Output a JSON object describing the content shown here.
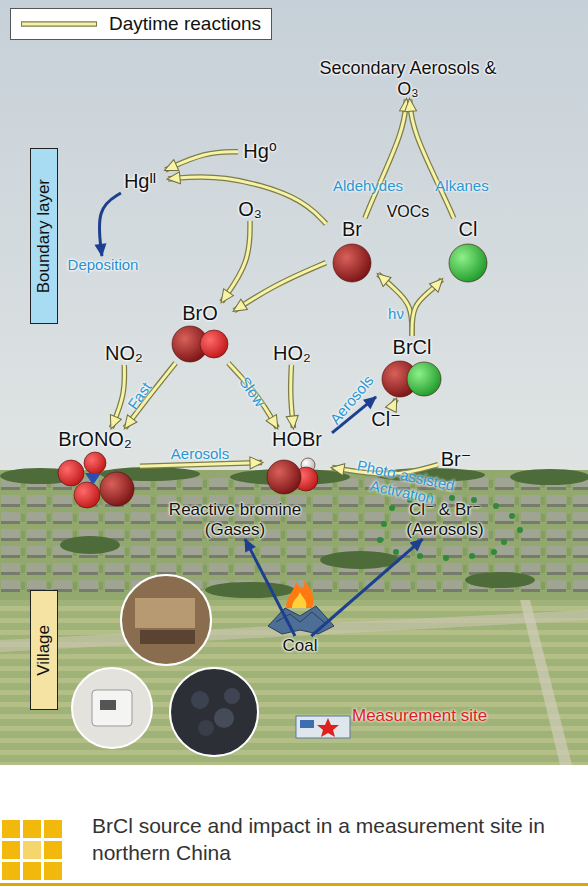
{
  "diagram": {
    "caption": "BrCl source and impact in a measurement site in northern China",
    "nodes": [
      {
        "text": [
          "Secondary Aerosols & O₃"
        ]
      },
      {
        "text": [
          "Hg⁰"
        ]
      },
      {
        "text": [
          "Hgᴵᴵ"
        ]
      },
      {
        "text": [
          "Boundary layer"
        ]
      },
      {
        "text": [
          "O₃"
        ]
      },
      {
        "text": [
          "Br"
        ]
      },
      {
        "text": [
          "Cl"
        ]
      },
      {
        "text": [
          "Deposition"
        ]
      },
      {
        "text": [
          "BrO"
        ]
      },
      {
        "text": [
          "NO₂"
        ]
      },
      {
        "text": [
          "HO₂"
        ]
      },
      {
        "text": [
          "BrCl"
        ]
      },
      {
        "text": [
          "BrONO₂"
        ]
      },
      {
        "text": [
          "HOBr"
        ]
      },
      {
        "text": [
          "Cl⁻"
        ]
      },
      {
        "text": [
          "Br⁻"
        ]
      },
      {
        "text": [
          "Reactive bromine (Gases)"
        ]
      },
      {
        "text": [
          "Cl⁻ & Br⁻ (Aerosols)"
        ]
      },
      {
        "text": [
          "Village"
        ]
      },
      {
        "text": [
          "Coal"
        ]
      }
    ],
    "edges": [
      {
        "from": 5,
        "to": 0,
        "label": "Aldehydes",
        "arrow": "to"
      },
      {
        "from": 6,
        "to": 0,
        "label": "Alkanes",
        "arrow": "to"
      },
      {
        "from": 1,
        "to": 2,
        "arrow": "to"
      },
      {
        "from": 5,
        "to": 2,
        "arrow": "to"
      },
      {
        "from": 2,
        "to": 7,
        "arrow": "to"
      },
      {
        "from": 4,
        "to": 8,
        "arrow": "to"
      },
      {
        "from": 5,
        "to": 8,
        "arrow": "to"
      },
      {
        "from": 8,
        "to": 12,
        "label": "Fast",
        "arrow": "to"
      },
      {
        "from": 9,
        "to": 12,
        "arrow": "to"
      },
      {
        "from": 8,
        "to": 13,
        "label": "Slow",
        "arrow": "to"
      },
      {
        "from": 10,
        "to": 13,
        "arrow": "to"
      },
      {
        "from": 12,
        "to": 13,
        "label": "Aerosols",
        "arrow": "to"
      },
      {
        "from": 13,
        "to": 11,
        "label": "Aerosols",
        "arrow": "to"
      },
      {
        "from": 14,
        "to": 11,
        "arrow": "to"
      },
      {
        "from": 11,
        "to": 5,
        "label": "hν",
        "arrow": "to"
      },
      {
        "from": 11,
        "to": 6,
        "arrow": "to"
      },
      {
        "from": 15,
        "to": 13,
        "label": "Photo-assisted Activation",
        "arrow": "to"
      },
      {
        "from": 19,
        "to": 16,
        "arrow": "to"
      },
      {
        "from": 19,
        "to": 17,
        "arrow": "to"
      }
    ],
    "labels": [
      "VOCs",
      "Measurement site"
    ],
    "legend": [
      {
        "text": "Daytime reactions"
      }
    ]
  }
}
